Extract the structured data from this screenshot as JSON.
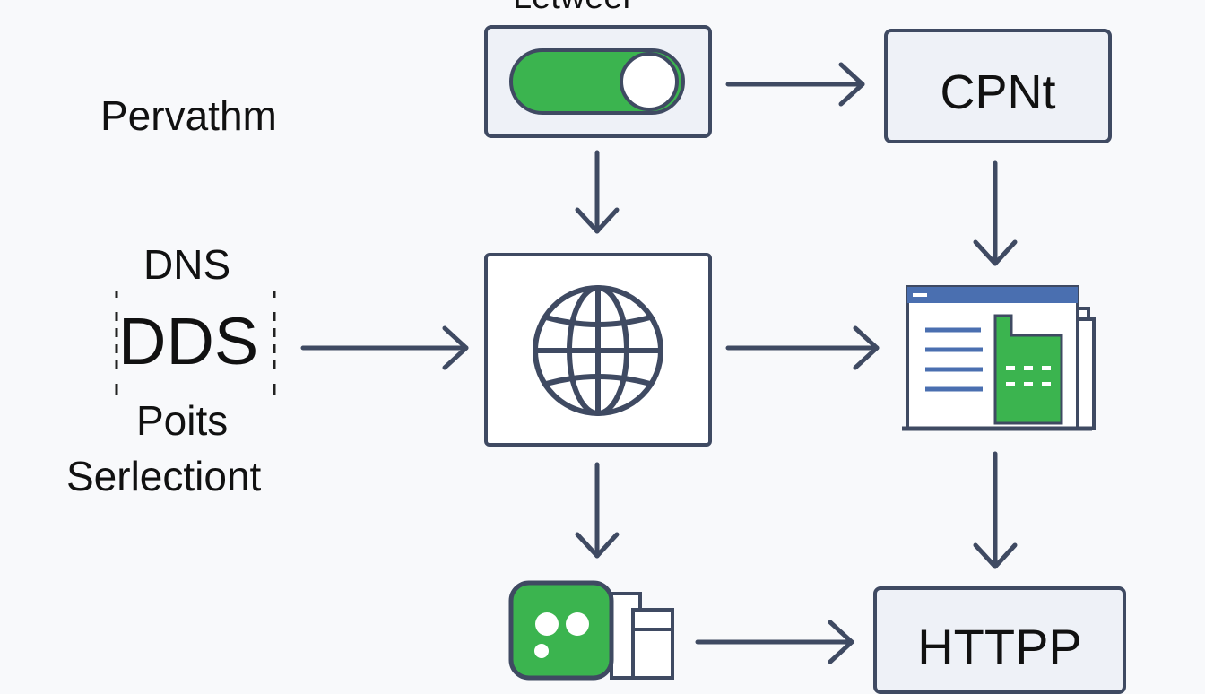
{
  "diagram": {
    "top_label": "Letweer",
    "side_title": "Pervathm",
    "dns_label": "DNS",
    "dds_label": "DDS",
    "poits_label": "Poits",
    "selection_label": "Serlectiont",
    "cpnt_label": "CPNt",
    "http_label": "HTTPP"
  },
  "colors": {
    "accent_green": "#3bb44f",
    "stroke": "#3f4a62",
    "panel_fill": "#eef1f7",
    "window_bar": "#4a6fb0"
  },
  "icons": {
    "toggle": "toggle-on-icon",
    "globe": "globe-icon",
    "browser": "browser-window-icon",
    "app": "green-app-icon"
  }
}
